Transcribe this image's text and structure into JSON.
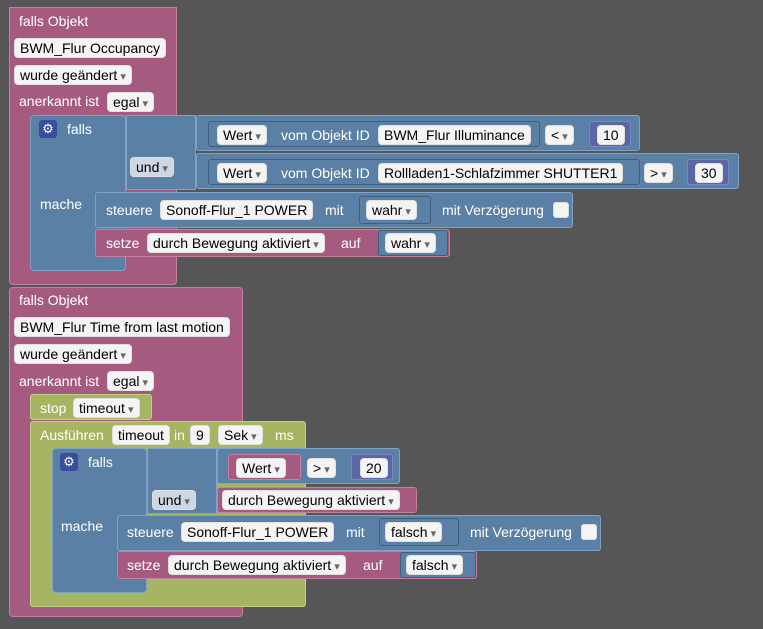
{
  "block1": {
    "header": "falls Objekt",
    "object": "BWM_Flur Occupancy",
    "trigger": "wurde geändert",
    "ack_label": "anerkannt ist",
    "ack_value": "egal",
    "if_label": "falls",
    "and_label": "und",
    "do_label": "mache",
    "cond1": {
      "value_dd": "Wert",
      "from_label": "vom Objekt ID",
      "object": "BWM_Flur Illuminance",
      "op": "<",
      "num": "10"
    },
    "cond2": {
      "value_dd": "Wert",
      "from_label": "vom Objekt ID",
      "object": "Rollladen1-Schlafzimmer SHUTTER1",
      "op": ">",
      "num": "30"
    },
    "control": {
      "label": "steuere",
      "object": "Sonoff-Flur_1 POWER",
      "with_label": "mit",
      "value": "wahr",
      "delay_label": "mit Verzögerung"
    },
    "set": {
      "label": "setze",
      "var": "durch Bewegung aktiviert",
      "to_label": "auf",
      "value": "wahr"
    }
  },
  "block2": {
    "header": "falls Objekt",
    "object": "BWM_Flur Time from last motion",
    "trigger": "wurde geändert",
    "ack_label": "anerkannt ist",
    "ack_value": "egal",
    "stop_label": "stop",
    "stop_value": "timeout",
    "exec_label": "Ausführen",
    "exec_timer": "timeout",
    "in_label": "in",
    "exec_num": "9",
    "exec_unit": "Sek",
    "ms_label": "ms",
    "if_label": "falls",
    "and_label": "und",
    "do_label": "mache",
    "cond1": {
      "value_dd": "Wert",
      "op": ">",
      "num": "20"
    },
    "cond2_var": "durch Bewegung aktiviert",
    "control": {
      "label": "steuere",
      "object": "Sonoff-Flur_1 POWER",
      "with_label": "mit",
      "value": "falsch",
      "delay_label": "mit Verzögerung"
    },
    "set": {
      "label": "setze",
      "var": "durch Bewegung aktiviert",
      "to_label": "auf",
      "value": "falsch"
    }
  },
  "colors": {
    "event": "#a55b80",
    "control": "#5b80a5",
    "timer": "#a5b562",
    "number": "#5b67a5",
    "background": "#565656"
  }
}
